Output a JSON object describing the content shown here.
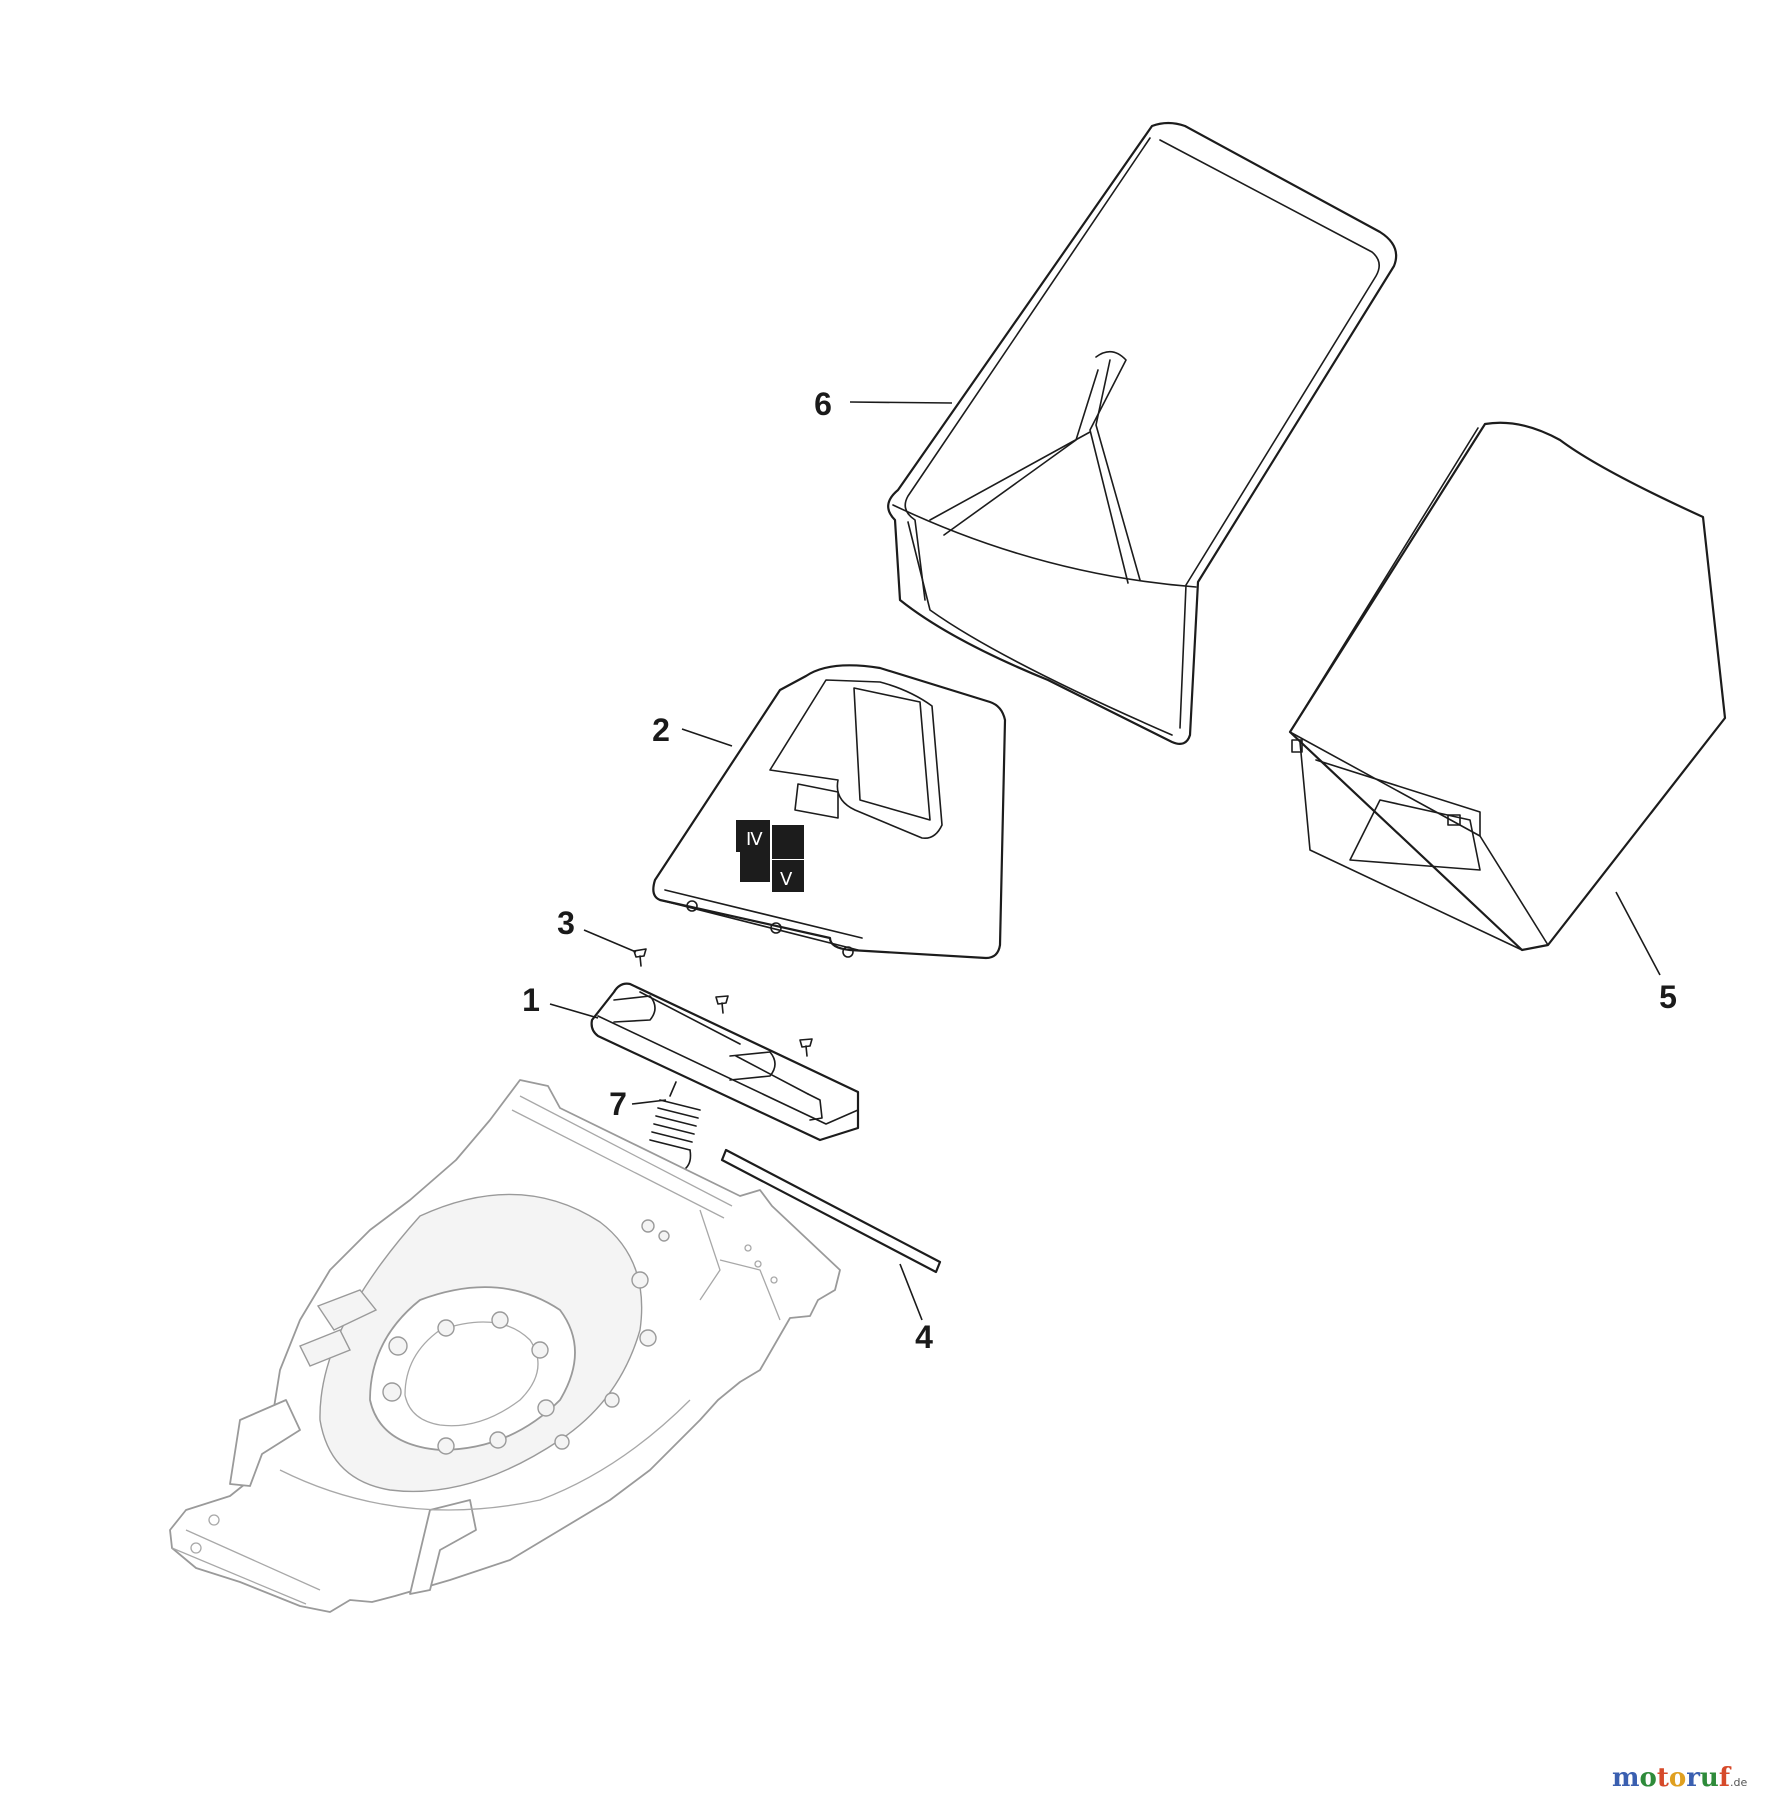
{
  "callouts": [
    {
      "id": "1",
      "label": "1"
    },
    {
      "id": "2",
      "label": "2"
    },
    {
      "id": "3",
      "label": "3"
    },
    {
      "id": "4",
      "label": "4"
    },
    {
      "id": "5",
      "label": "5"
    },
    {
      "id": "6",
      "label": "6"
    },
    {
      "id": "7",
      "label": "7"
    }
  ],
  "watermark": {
    "letters": [
      "m",
      "o",
      "t",
      "o",
      "r",
      "u",
      "f"
    ],
    "colors": [
      "#3a5fb0",
      "#2e8b3a",
      "#d64a2a",
      "#e0a020",
      "#3a5fb0",
      "#2e8b3a",
      "#d64a2a"
    ],
    "suffix": ".de"
  }
}
